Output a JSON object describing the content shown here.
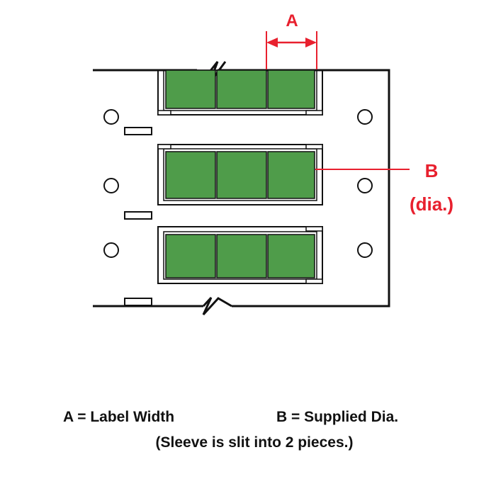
{
  "dimension_labels": {
    "a": "A",
    "b": "B",
    "b_sub": "(dia.)"
  },
  "legend": {
    "a_definition": "A = Label Width",
    "b_definition": "B = Supplied Dia.",
    "note": "(Sleeve is slit into 2 pieces.)"
  },
  "colors": {
    "label_fill": "#4f9c4a",
    "dimension": "#e8202e",
    "outline": "#111111",
    "background": "#ffffff"
  }
}
